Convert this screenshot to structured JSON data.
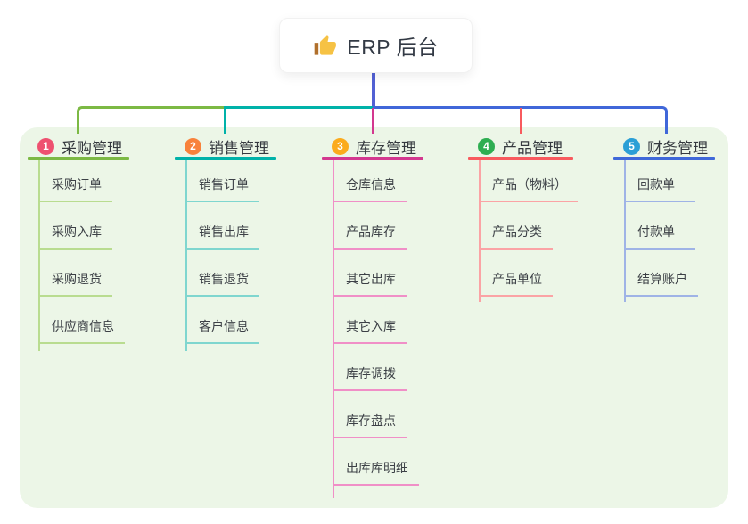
{
  "root": {
    "title": "ERP 后台",
    "icon": "thumbs-up-icon"
  },
  "connector_colors": {
    "stem": "#5261d4",
    "bus_left_green": "#7cb944",
    "bus_mid_teal": "#00b2a9",
    "bus_right_blue": "#4067d9"
  },
  "panel_color": "#ecf6e7",
  "branches": [
    {
      "index": "1",
      "title": "采购管理",
      "badge_color": "#ee5170",
      "line_color": "#7cb944",
      "child_line_color": "#b9dc90",
      "children": [
        "采购订单",
        "采购入库",
        "采购退货",
        "供应商信息"
      ]
    },
    {
      "index": "2",
      "title": "销售管理",
      "badge_color": "#f8823b",
      "line_color": "#00b2a9",
      "child_line_color": "#7fd6cf",
      "children": [
        "销售订单",
        "销售出库",
        "销售退货",
        "客户信息"
      ]
    },
    {
      "index": "3",
      "title": "库存管理",
      "badge_color": "#fbab1c",
      "line_color": "#d3388f",
      "child_line_color": "#f08fc7",
      "children": [
        "仓库信息",
        "产品库存",
        "其它出库",
        "其它入库",
        "库存调拨",
        "库存盘点",
        "出库库明细"
      ]
    },
    {
      "index": "4",
      "title": "产品管理",
      "badge_color": "#2eae51",
      "line_color": "#f85a5e",
      "child_line_color": "#fba3a5",
      "children": [
        "产品（物料）",
        "产品分类",
        "产品单位"
      ]
    },
    {
      "index": "5",
      "title": "财务管理",
      "badge_color": "#2b9fd6",
      "line_color": "#3f68d9",
      "child_line_color": "#9fb3e6",
      "children": [
        "回款单",
        "付款单",
        "结算账户"
      ]
    }
  ]
}
